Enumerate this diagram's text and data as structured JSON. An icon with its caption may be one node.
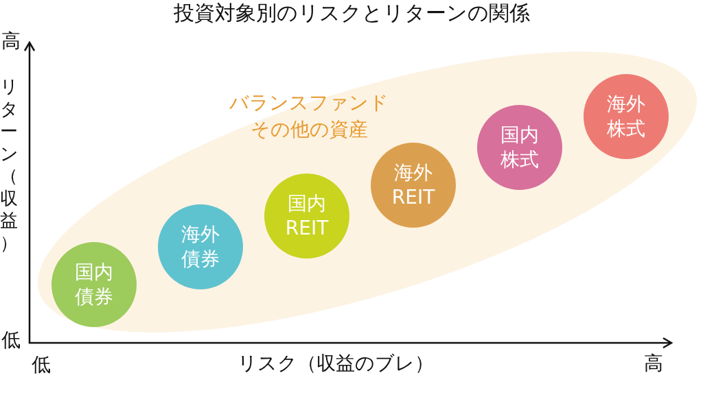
{
  "diagram": {
    "title": "投資対象別のリスクとリターンの関係",
    "nodes": [
      {
        "text": [
          "バランスファンド",
          "その他の資産"
        ]
      },
      {
        "text": [
          "国内債券"
        ],
        "in": 0
      },
      {
        "text": [
          "海外債券"
        ],
        "in": 0
      },
      {
        "text": [
          "国内REIT"
        ],
        "in": 0
      },
      {
        "text": [
          "海外REIT"
        ],
        "in": 0
      },
      {
        "text": [
          "国内株式"
        ],
        "in": 0
      },
      {
        "text": [
          "海外株式"
        ],
        "in": 0
      }
    ],
    "edges": [],
    "labels": [
      "高",
      "リターン（収益）",
      "低",
      "低",
      "リスク（収益のブレ）",
      "高"
    ]
  }
}
